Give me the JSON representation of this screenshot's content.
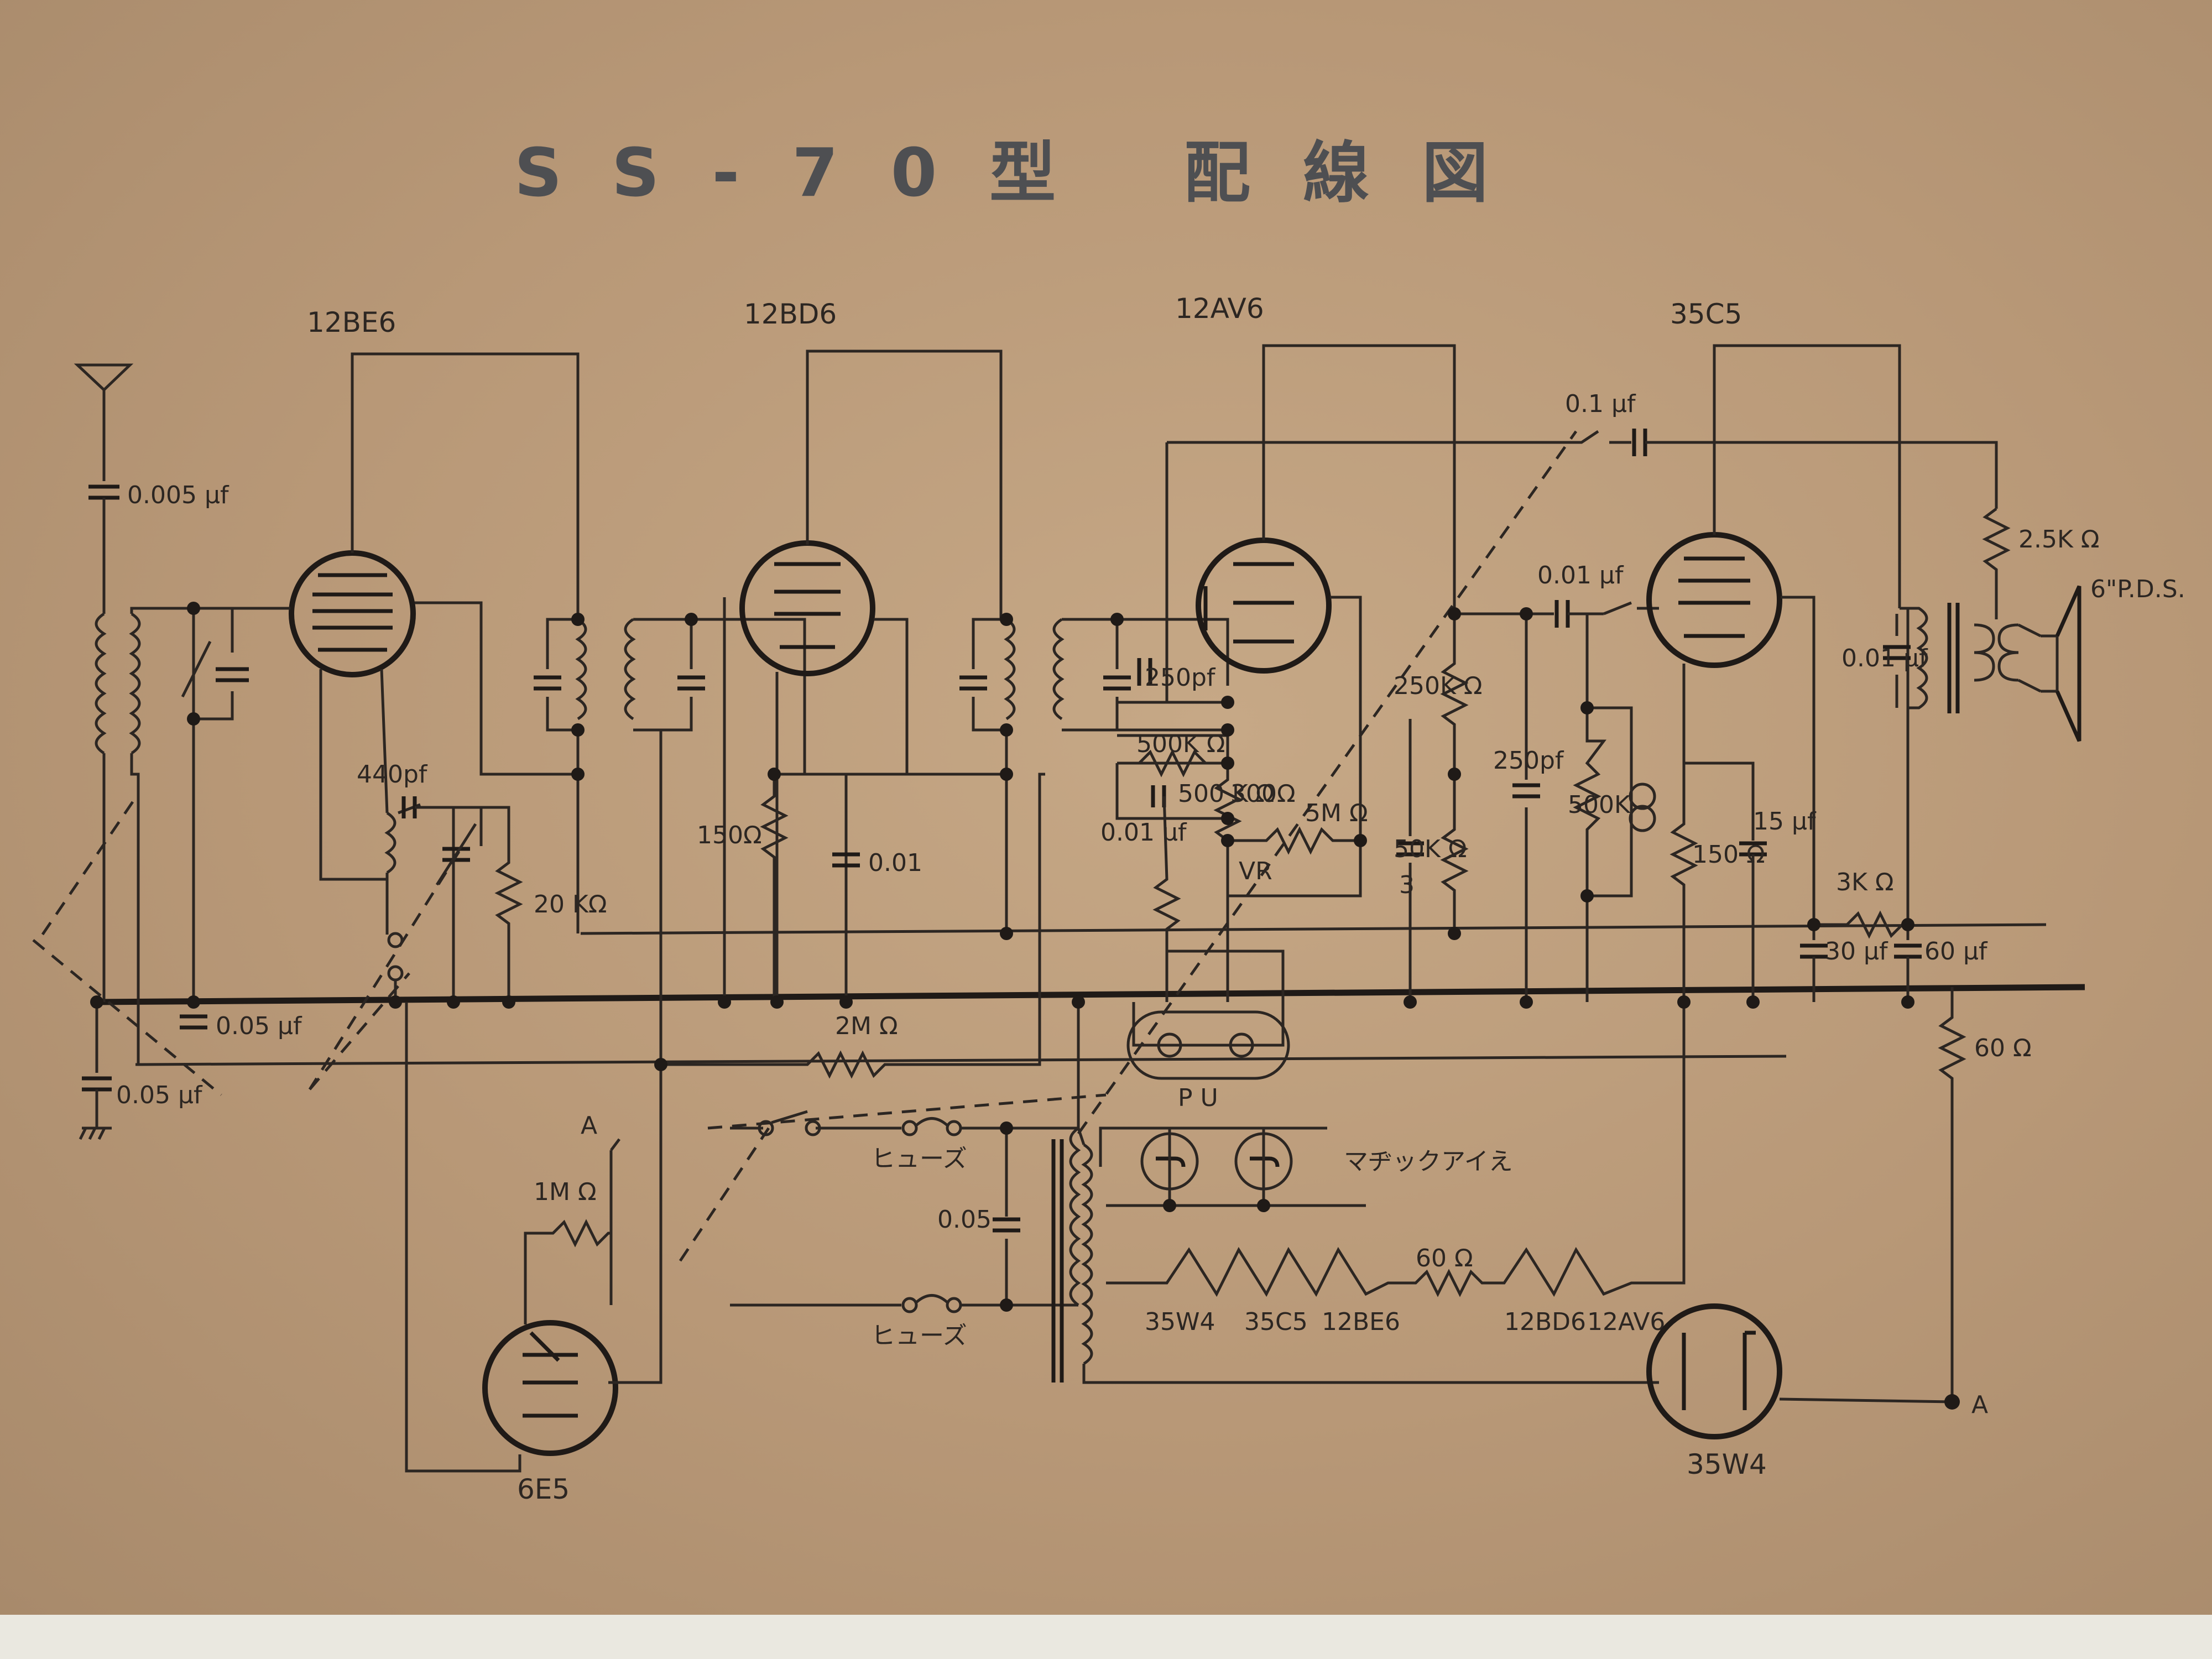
{
  "title": "SS-70型 配線図",
  "tubes": [
    {
      "label": "12BE6"
    },
    {
      "label": "12BD6"
    },
    {
      "label": "12AV6"
    },
    {
      "label": "35C5"
    },
    {
      "label": "6E5"
    },
    {
      "label": "35W4"
    }
  ],
  "labels": {
    "c_antenna": "0.005 μf",
    "c_osc": "440pf",
    "r_osc": "20 KΩ",
    "c_bus": "0.05 μf",
    "c_ground": "0.05 μf",
    "r_cathode_if": "150Ω",
    "c_cathode_if": "0.01",
    "r_2m": "2M Ω",
    "r_1m": "1M Ω",
    "c_250_det": "250pf",
    "r_500k_a": "500K Ω",
    "r_500k_b": "500 K Ω",
    "r_300": "300Ω",
    "r_5m": "5M Ω",
    "c_001_det": "0.01 μf",
    "vr": "VR",
    "c_3": "3",
    "r_250k": "250K Ω",
    "r_50k": "50K Ω",
    "c_250_out": "250pf",
    "r_500k_tone": "500K",
    "c_001_grid": "0.01 μf",
    "c_01_fb": "0.1 μf",
    "r_150_out": "150 Ω",
    "c_15": "15 μf",
    "r_3k": "3K Ω",
    "c_30": "30 μf",
    "c_60": "60 μf",
    "r_60": "60 Ω",
    "r_2_5k": "2.5K Ω",
    "speaker": "6\"P.D.S.",
    "c_001_out": "0.01 μf",
    "pu": "P U",
    "magic_eye": "マヂックアイえ",
    "fuse_1": "ヒューズ",
    "fuse_2": "ヒューズ",
    "c_005_tr": "0.05",
    "r_60_heater": "60 Ω",
    "point_a1": "A",
    "point_a2": "A"
  },
  "heaters": [
    "35W4",
    "35C5",
    "12BE6",
    "12BD6",
    "12AV6"
  ]
}
